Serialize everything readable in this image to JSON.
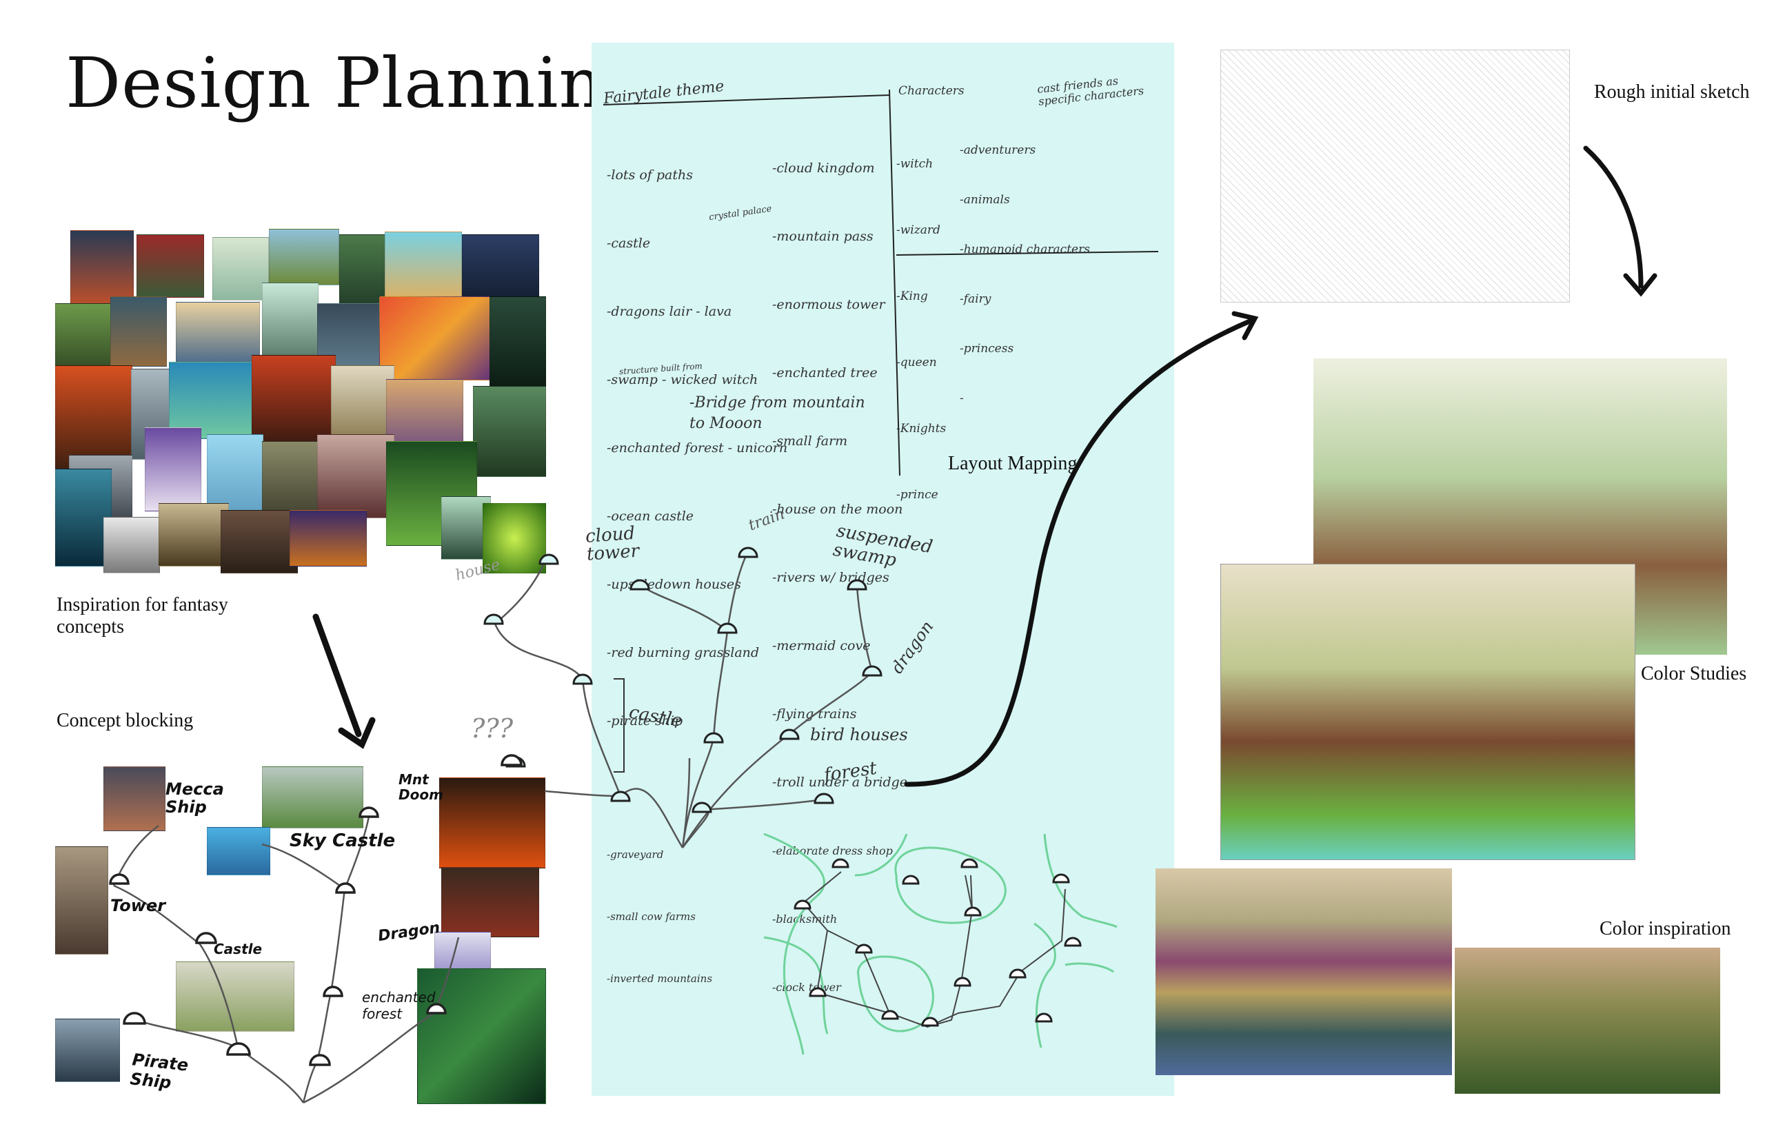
{
  "title": "Design Planning",
  "captions": {
    "inspiration": "Inspiration for fantasy concepts",
    "concept_blocking": "Concept blocking",
    "layout_mapping": "Layout Mapping",
    "rough_sketch": "Rough initial sketch",
    "color_studies": "Color Studies",
    "color_inspiration": "Color inspiration"
  },
  "notes": {
    "theme_heading": "Fairytale theme",
    "theme_col1": [
      "-lots of paths",
      "-castle",
      "-dragons lair - lava",
      "-swamp - wicked witch",
      "-enchanted forest - unicorn",
      "-ocean castle",
      "-upsidedown houses",
      "-red burning grassland",
      "-pirate ship",
      "",
      "-graveyard",
      "-small cow farms",
      "-inverted mountains"
    ],
    "theme_col1_notes": [
      "crystal palace",
      "structure built from"
    ],
    "theme_col2": [
      "-cloud kingdom",
      "-mountain pass",
      "-enormous tower",
      "-enchanted tree",
      "-small farm",
      "-house on the moon",
      "-rivers w/ bridges",
      "-mermaid cove",
      "-flying trains",
      "-troll under a bridge",
      "-elaborate dress shop",
      "-blacksmith",
      "-clock tower"
    ],
    "bridge_note": "-Bridge from mountain to Mooon",
    "characters_heading": "Characters",
    "characters_col1": [
      "-witch",
      "-wizard",
      "-King",
      "-queen",
      "-Knights",
      "-prince"
    ],
    "characters_col2": [
      "-adventurers",
      "-animals",
      "-humanoid characters",
      "-fairy",
      "-princess",
      "-"
    ],
    "characters_note": "cast friends as specific characters"
  },
  "layout_labels": {
    "cloud_tower": "cloud tower",
    "train": "train",
    "suspended_swamp": "suspended swamp",
    "dragon": "dragon",
    "castle": "castle",
    "bird_houses": "bird houses",
    "forest": "forest",
    "house": "house",
    "question": "???"
  },
  "blocking_labels": {
    "mecca_ship": "Mecca Ship",
    "sky_castle": "Sky Castle",
    "mnt_doom": "Mnt Doom",
    "tower": "Tower",
    "castle": "Castle",
    "dragon": "Dragon",
    "enchanted_forest": "enchanted forest",
    "pirate_ship": "Pirate Ship"
  },
  "colors": {
    "panel": "#d7f6f4",
    "green_lines": "#6fd39a",
    "ink": "#111111"
  },
  "icons": [
    "arrow-down-icon",
    "arrow-curve-up-icon",
    "arrow-curve-down-icon"
  ]
}
